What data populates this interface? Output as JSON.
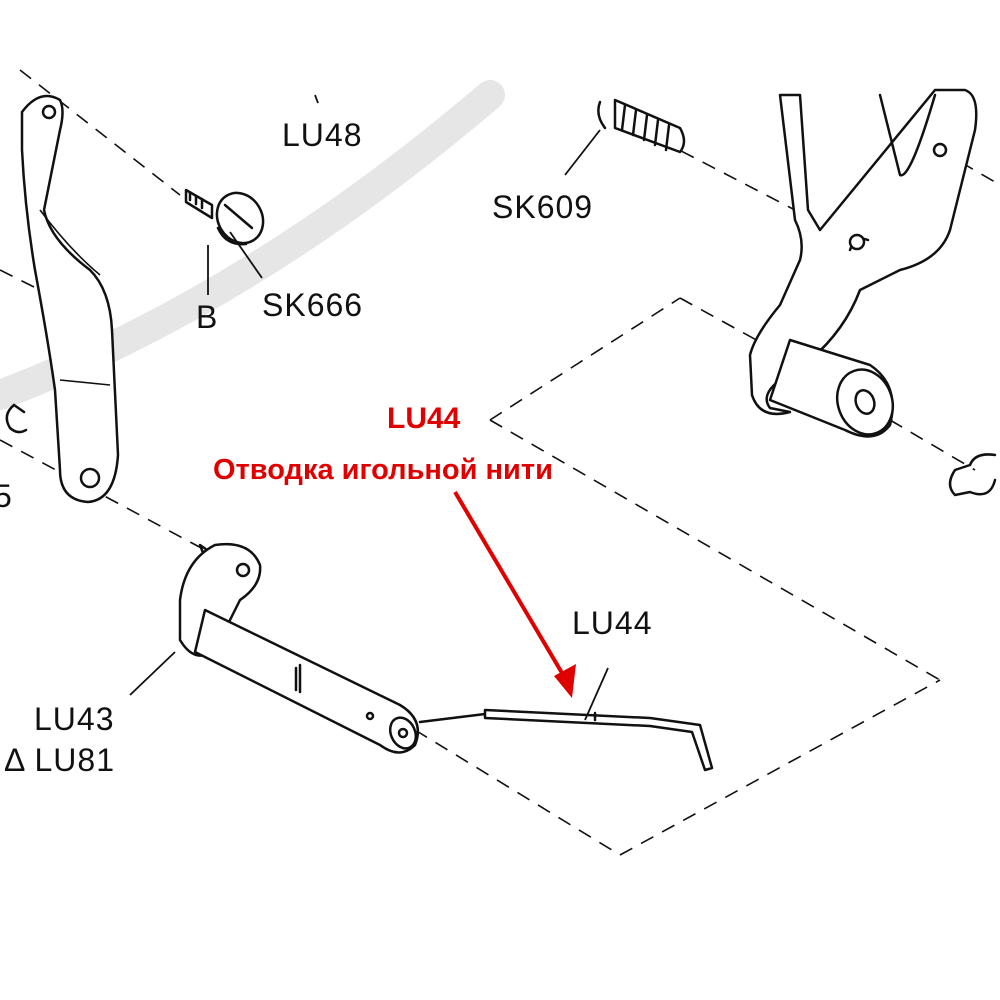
{
  "colors": {
    "ink": "#111111",
    "callout": "#e00000",
    "watermark": "#e6e6e6"
  },
  "labels": {
    "lu48": "LU48",
    "sk609": "SK609",
    "b": "B",
    "sk666": "SK666",
    "lu44": "LU44",
    "lu43": "LU43",
    "lu81": "Δ LU81",
    "left_edge_fragment": "5"
  },
  "callout": {
    "code": "LU44",
    "description": "Отводка игольной нити"
  }
}
